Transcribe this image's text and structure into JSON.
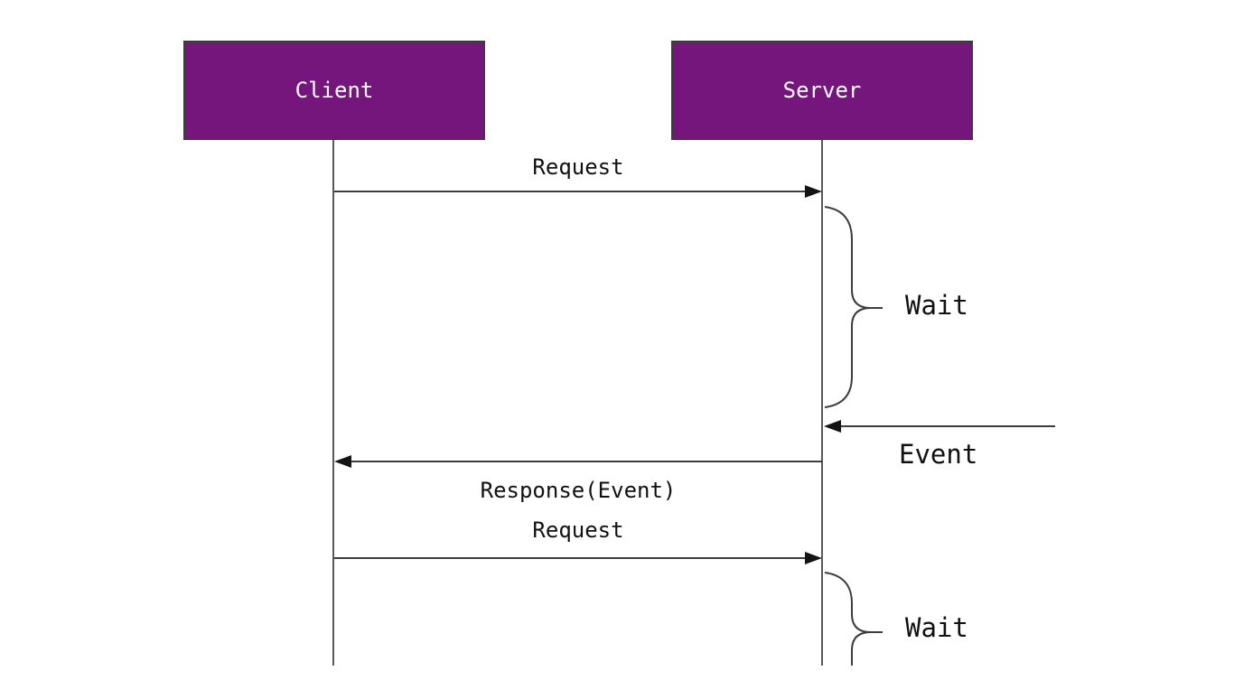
{
  "diagram": {
    "kind": "sequence-diagram",
    "actors": [
      {
        "id": "client",
        "label": "Client"
      },
      {
        "id": "server",
        "label": "Server"
      }
    ],
    "messages": [
      {
        "label": "Request",
        "from": "client",
        "to": "server",
        "direction": "right"
      },
      {
        "label": "Event",
        "from": "external",
        "to": "server",
        "direction": "left"
      },
      {
        "label": "Response(Event)",
        "from": "server",
        "to": "client",
        "direction": "left"
      },
      {
        "label": "Request",
        "from": "client",
        "to": "server",
        "direction": "right"
      }
    ],
    "annotations": [
      {
        "label": "Wait",
        "target": "server",
        "position": "upper"
      },
      {
        "label": "Wait",
        "target": "server",
        "position": "lower"
      }
    ],
    "colors": {
      "actor_fill": "#75167d",
      "actor_border": "#3b3b3b",
      "actor_text": "#ffffff",
      "line": "#3d3d3d",
      "lifeline": "#5a5a5a",
      "arrowhead": "#141414",
      "text": "#111111",
      "background": "#ffffff"
    }
  }
}
